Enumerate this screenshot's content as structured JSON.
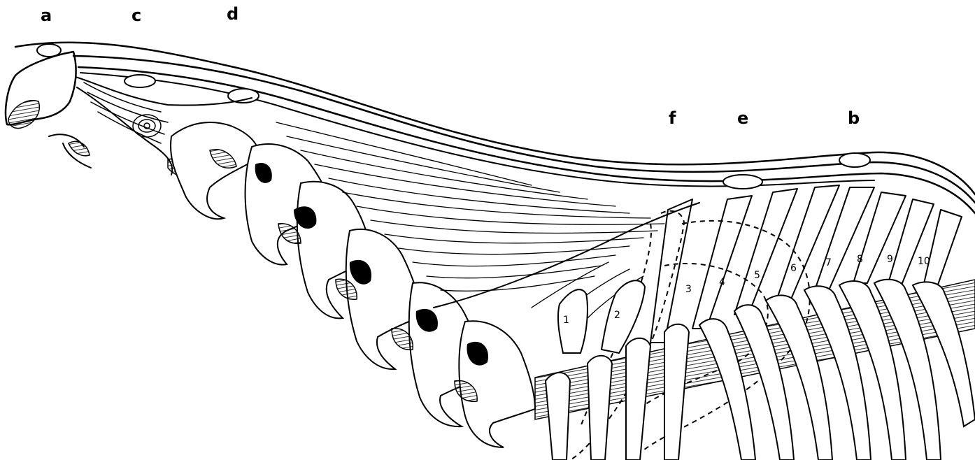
{
  "labels": {
    "a": "a",
    "b": "b",
    "c": "c",
    "d": "d",
    "e": "e",
    "f": "f"
  },
  "rib_numbers": [
    "1",
    "2",
    "3",
    "4",
    "5",
    "6",
    "7",
    "8",
    "9",
    "10"
  ],
  "colors": {
    "ink": "#000000",
    "paper": "#ffffff"
  }
}
